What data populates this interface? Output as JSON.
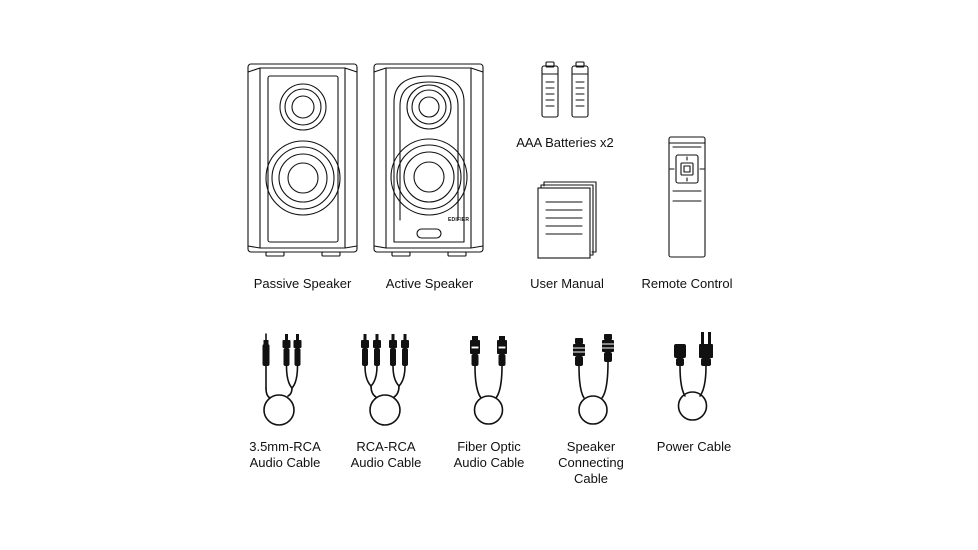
{
  "items": {
    "passive_speaker": {
      "label": "Passive Speaker"
    },
    "active_speaker": {
      "label": "Active Speaker",
      "logo": "EDIFIER"
    },
    "batteries": {
      "label": "AAA Batteries x2"
    },
    "user_manual": {
      "label": "User Manual"
    },
    "remote_control": {
      "label": "Remote Control"
    },
    "cable_35mm_rca": {
      "label_lines": [
        "3.5mm-RCA",
        "Audio Cable"
      ]
    },
    "cable_rca_rca": {
      "label_lines": [
        "RCA-RCA",
        "Audio Cable"
      ]
    },
    "cable_fiber_optic": {
      "label_lines": [
        "Fiber Optic",
        "Audio Cable"
      ]
    },
    "cable_speaker": {
      "label_lines": [
        "Speaker",
        "Connecting",
        "Cable"
      ]
    },
    "cable_power": {
      "label": "Power Cable"
    }
  },
  "colors": {
    "line": "#111111",
    "background": "#ffffff"
  },
  "icons": {
    "passive_speaker": "passive-speaker-icon",
    "active_speaker": "active-speaker-icon",
    "batteries": "aaa-battery-icon",
    "user_manual": "user-manual-icon",
    "remote_control": "remote-control-icon",
    "cable_35mm_rca": "cable-35mm-rca-icon",
    "cable_rca_rca": "cable-rca-rca-icon",
    "cable_fiber_optic": "cable-fiber-optic-icon",
    "cable_speaker": "cable-speaker-icon",
    "cable_power": "power-cable-icon"
  }
}
